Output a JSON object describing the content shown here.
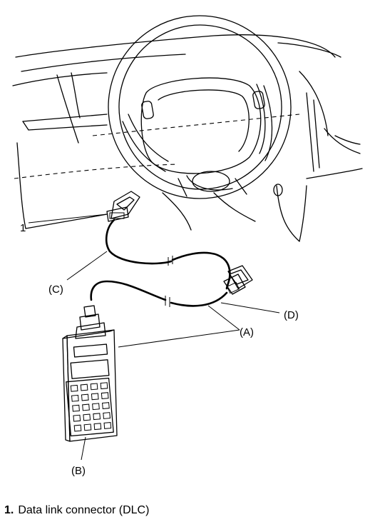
{
  "callouts": {
    "one": "1",
    "a": "(A)",
    "b": "(B)",
    "c": "(C)",
    "d": "(D)"
  },
  "caption": {
    "number": "1.",
    "text": "Data link connector (DLC)"
  }
}
